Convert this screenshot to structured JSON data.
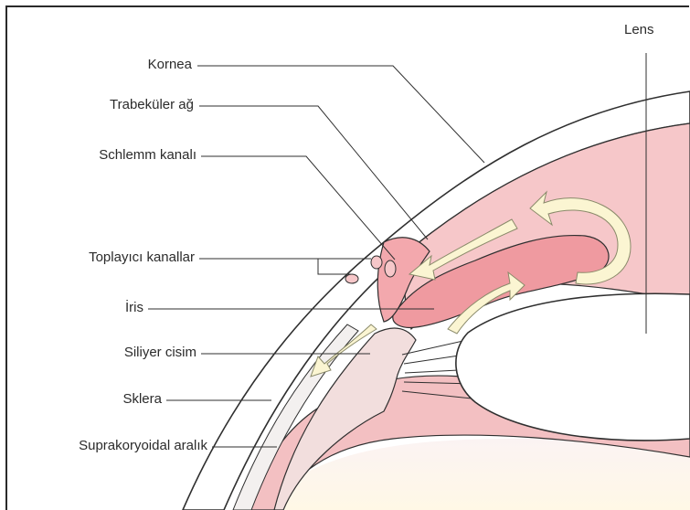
{
  "diagram": {
    "labels": {
      "lens": "Lens",
      "kornea": "Kornea",
      "trabekuler": "Trabeküler ağ",
      "schlemm": "Schlemm kanalı",
      "toplayici": "Toplayıcı kanallar",
      "iris": "İris",
      "siliyer": "Siliyer cisim",
      "sklera": "Sklera",
      "suprakoryoidal": "Suprakoryoidal aralık"
    },
    "colors": {
      "pink_light": "#f6c7c9",
      "pink_mid": "#ef9aa0",
      "pink_dark": "#e2757d",
      "arrow_fill": "#fbf5d2",
      "line": "#2f2f2f",
      "lens_fill": "#ffffff",
      "sclera_fill": "#f3f0ef"
    }
  }
}
